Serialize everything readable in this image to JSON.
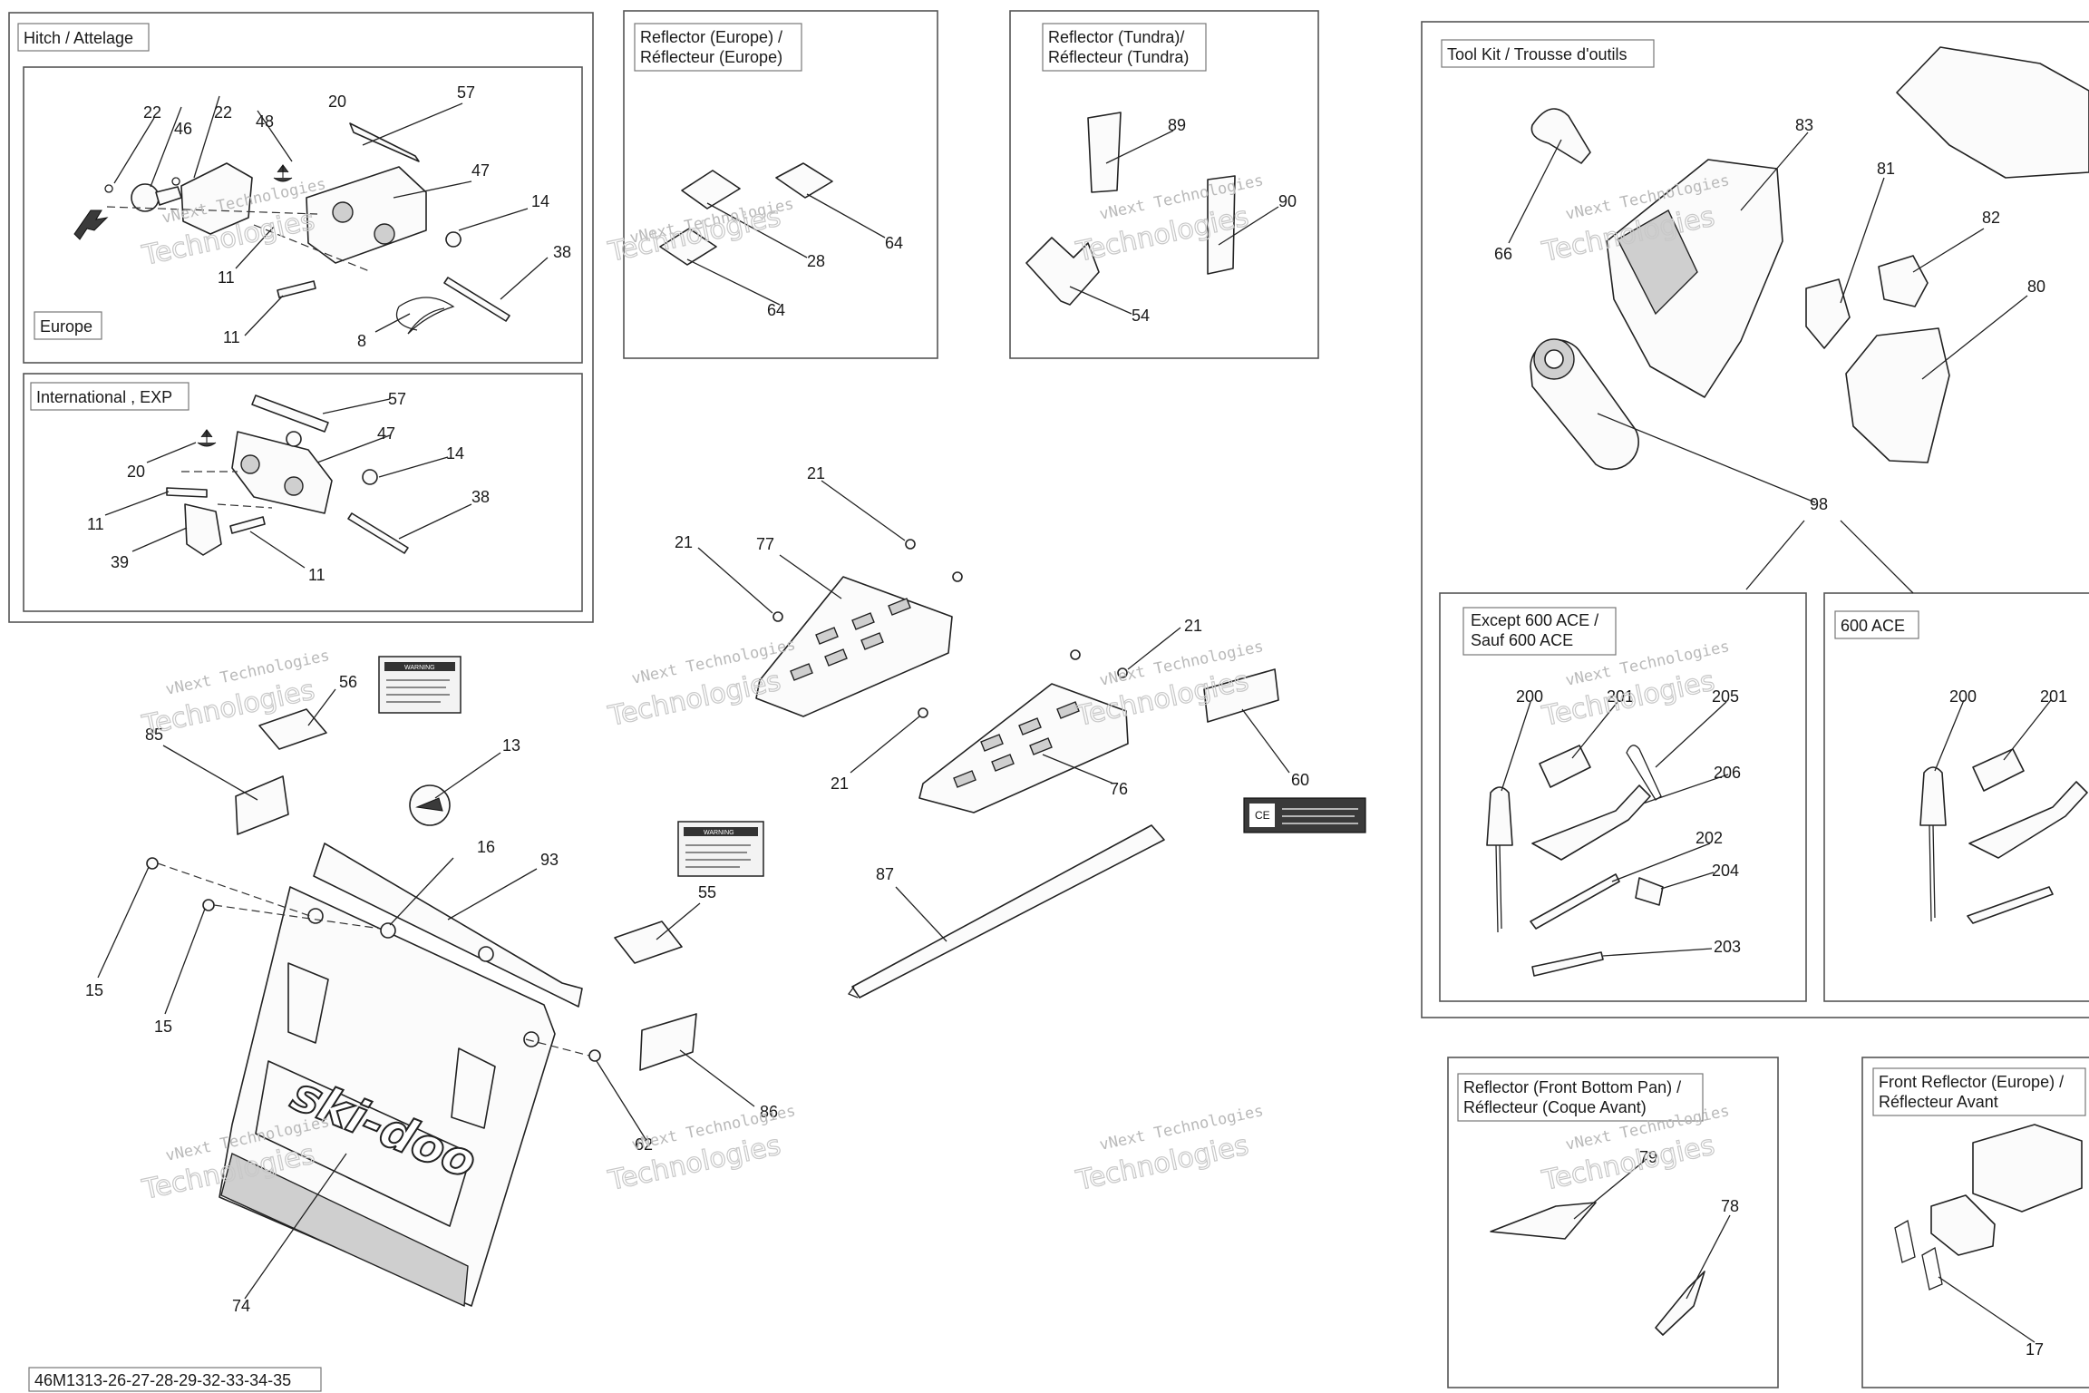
{
  "panels": {
    "hitch": "Hitch / Attelage",
    "europe": "Europe",
    "international": "International , EXP",
    "reflector_europe_l1": "Reflector (Europe) /",
    "reflector_europe_l2": "Réflecteur (Europe)",
    "reflector_tundra_l1": "Reflector (Tundra)/",
    "reflector_tundra_l2": "Réflecteur (Tundra)",
    "toolkit": "Tool Kit / Trousse d'outils",
    "except600_l1": "Except 600 ACE /",
    "except600_l2": "Sauf 600 ACE",
    "ace600": "600 ACE",
    "front_bottom_l1": "Reflector (Front Bottom Pan) /",
    "front_bottom_l2": "Réflecteur (Coque Avant)",
    "front_eu_l1": "Front Reflector (Europe) /",
    "front_eu_l2": "Réflecteur Avant"
  },
  "diagram_code": "46M1313-26-27-28-29-32-33-34-35",
  "watermark": {
    "line1": "vNext Technologies",
    "line2": "Technologies"
  },
  "brand": "ski-doo",
  "decals": {
    "warning": "WARNING",
    "ce": "CE"
  },
  "callouts": {
    "hitch": [
      "22",
      "46",
      "22",
      "48",
      "20",
      "57",
      "47",
      "14",
      "38",
      "11",
      "11",
      "8"
    ],
    "intl": [
      "57",
      "20",
      "47",
      "14",
      "11",
      "38",
      "39",
      "11"
    ],
    "refl_eu": [
      "28",
      "64",
      "64"
    ],
    "refl_tundra": [
      "89",
      "90",
      "54"
    ],
    "main": [
      "56",
      "85",
      "13",
      "16",
      "93",
      "15",
      "15",
      "55",
      "86",
      "62",
      "74",
      "21",
      "77",
      "21",
      "21",
      "21",
      "76",
      "60",
      "87"
    ],
    "toolkit": [
      "66",
      "83",
      "81",
      "82",
      "80",
      "98"
    ],
    "except600": [
      "200",
      "201",
      "205",
      "206",
      "202",
      "204",
      "203"
    ],
    "ace600": [
      "200",
      "201"
    ],
    "front_bottom": [
      "79",
      "78"
    ],
    "front_eu": [
      "17"
    ]
  }
}
